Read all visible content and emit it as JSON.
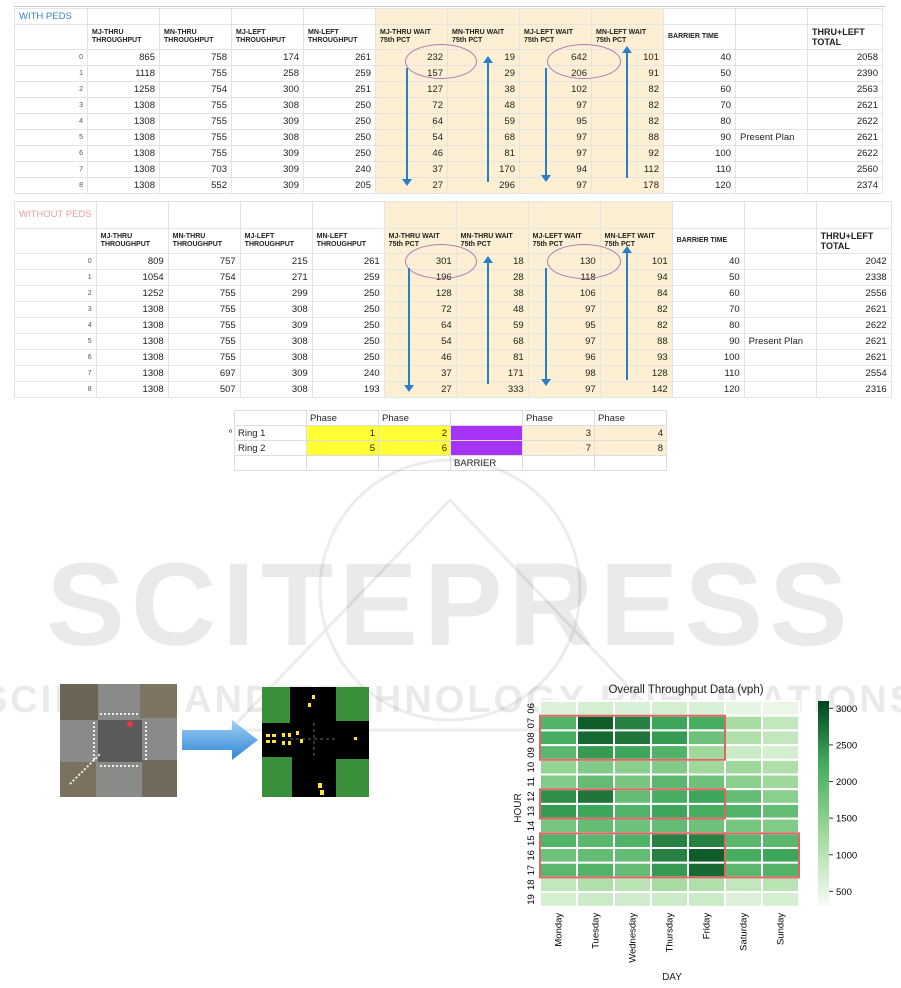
{
  "with_peds": {
    "title": "WITH PEDS",
    "headers": [
      "MJ-THRU THROUGHPUT",
      "MN-THRU THROUGHPUT",
      "MJ-LEFT THROUGHPUT",
      "MN-LEFT THROUGHPUT",
      "MJ-THRU WAIT 75th PCT",
      "MN-THRU WAIT 75th PCT",
      "MJ-LEFT WAIT 75th PCT",
      "MN-LEFT WAIT 75th PCT",
      "BARRIER TIME",
      "",
      "THRU+LEFT TOTAL"
    ],
    "rows": [
      [
        "0",
        "865",
        "758",
        "174",
        "261",
        "232",
        "19",
        "642",
        "101",
        "40",
        "",
        "2058"
      ],
      [
        "1",
        "1118",
        "755",
        "258",
        "259",
        "157",
        "29",
        "206",
        "91",
        "50",
        "",
        "2390"
      ],
      [
        "2",
        "1258",
        "754",
        "300",
        "251",
        "127",
        "38",
        "102",
        "82",
        "60",
        "",
        "2563"
      ],
      [
        "3",
        "1308",
        "755",
        "308",
        "250",
        "72",
        "48",
        "97",
        "82",
        "70",
        "",
        "2621"
      ],
      [
        "4",
        "1308",
        "755",
        "309",
        "250",
        "64",
        "59",
        "95",
        "82",
        "80",
        "",
        "2622"
      ],
      [
        "5",
        "1308",
        "755",
        "308",
        "250",
        "54",
        "68",
        "97",
        "88",
        "90",
        "Present Plan",
        "2621"
      ],
      [
        "6",
        "1308",
        "755",
        "309",
        "250",
        "46",
        "81",
        "97",
        "92",
        "100",
        "",
        "2622"
      ],
      [
        "7",
        "1308",
        "703",
        "309",
        "240",
        "37",
        "170",
        "94",
        "112",
        "110",
        "",
        "2560"
      ],
      [
        "8",
        "1308",
        "552",
        "309",
        "205",
        "27",
        "296",
        "97",
        "178",
        "120",
        "",
        "2374"
      ]
    ]
  },
  "without_peds": {
    "title": "WITHOUT PEDS",
    "headers": [
      "MJ-THRU THROUGHPUT",
      "MN-THRU THROUGHPUT",
      "MJ-LEFT THROUGHPUT",
      "MN-LEFT THROUGHPUT",
      "MJ-THRU WAIT 75th PCT",
      "MN-THRU WAIT 75th PCT",
      "MJ-LEFT WAIT 75th PCT",
      "MN-LEFT WAIT 75th PCT",
      "BARRIER TIME",
      "",
      "THRU+LEFT TOTAL"
    ],
    "rows": [
      [
        "0",
        "809",
        "757",
        "215",
        "261",
        "301",
        "18",
        "130",
        "101",
        "40",
        "",
        "2042"
      ],
      [
        "1",
        "1054",
        "754",
        "271",
        "259",
        "196",
        "28",
        "118",
        "94",
        "50",
        "",
        "2338"
      ],
      [
        "2",
        "1252",
        "755",
        "299",
        "250",
        "128",
        "38",
        "106",
        "84",
        "60",
        "",
        "2556"
      ],
      [
        "3",
        "1308",
        "755",
        "308",
        "250",
        "72",
        "48",
        "97",
        "82",
        "70",
        "",
        "2621"
      ],
      [
        "4",
        "1308",
        "755",
        "309",
        "250",
        "64",
        "59",
        "95",
        "82",
        "80",
        "",
        "2622"
      ],
      [
        "5",
        "1308",
        "755",
        "308",
        "250",
        "54",
        "68",
        "97",
        "88",
        "90",
        "Present Plan",
        "2621"
      ],
      [
        "6",
        "1308",
        "755",
        "308",
        "250",
        "46",
        "81",
        "96",
        "93",
        "100",
        "",
        "2621"
      ],
      [
        "7",
        "1308",
        "697",
        "309",
        "240",
        "37",
        "171",
        "98",
        "128",
        "110",
        "",
        "2554"
      ],
      [
        "8",
        "1308",
        "507",
        "308",
        "193",
        "27",
        "333",
        "97",
        "142",
        "120",
        "",
        "2316"
      ]
    ]
  },
  "phase_table": {
    "headers": [
      "Phase",
      "Phase",
      "",
      "Phase",
      "Phase"
    ],
    "rings": [
      {
        "label": "Ring 1",
        "values": [
          "1",
          "2",
          "",
          "3",
          "4"
        ]
      },
      {
        "label": "Ring 2",
        "values": [
          "5",
          "6",
          "",
          "7",
          "8"
        ]
      }
    ],
    "barrier_label": "BARRIER",
    "marker": "º"
  },
  "watermark": {
    "main": "SCITEPRESS",
    "sub": "SCIENCE AND TECHNOLOGY PUBLICATIONS"
  },
  "colors": {
    "header_blue": "#3b82c4",
    "highlight": "#fdefd4",
    "arrow": "#2d7dc6",
    "phase_yellow": "#ffff33",
    "phase_purple": "#a633f5",
    "heat_low": "#f7fcf5",
    "heat_high": "#00441b",
    "box_red": "#e06666"
  },
  "chart_data": {
    "type": "heatmap",
    "title": "Overall Throughput Data (vph)",
    "xlabel": "DAY",
    "ylabel": "HOUR",
    "x": [
      "Monday",
      "Tuesday",
      "Wednesday",
      "Thursday",
      "Friday",
      "Saturday",
      "Sunday"
    ],
    "y": [
      "06",
      "07",
      "08",
      "09",
      "10",
      "11",
      "12",
      "13",
      "14",
      "15",
      "16",
      "17",
      "18",
      "19"
    ],
    "values": [
      [
        600,
        700,
        650,
        700,
        650,
        500,
        450
      ],
      [
        2100,
        2900,
        2600,
        2300,
        2200,
        1200,
        900
      ],
      [
        2200,
        2800,
        2700,
        2400,
        1800,
        1100,
        900
      ],
      [
        2000,
        2400,
        2300,
        2100,
        1300,
        800,
        700
      ],
      [
        1400,
        1600,
        1500,
        1600,
        1300,
        1300,
        1100
      ],
      [
        1600,
        1900,
        1700,
        2000,
        1800,
        1500,
        1300
      ],
      [
        2500,
        2700,
        1900,
        2200,
        2300,
        1900,
        1500
      ],
      [
        2400,
        2300,
        2100,
        2300,
        2200,
        2100,
        1900
      ],
      [
        1700,
        1900,
        1800,
        1900,
        1800,
        1700,
        1600
      ],
      [
        2100,
        2000,
        2100,
        2600,
        2600,
        2000,
        2000
      ],
      [
        1800,
        1900,
        1900,
        2600,
        2900,
        2200,
        2300
      ],
      [
        2000,
        2100,
        1900,
        2400,
        2800,
        2000,
        2100
      ],
      [
        900,
        1100,
        1000,
        1200,
        1100,
        900,
        1000
      ],
      [
        700,
        800,
        750,
        800,
        800,
        600,
        700
      ]
    ],
    "colorbar_ticks": [
      "3000",
      "2500",
      "2000",
      "1500",
      "1000",
      "500"
    ],
    "colorbar_range": [
      300,
      3100
    ]
  }
}
